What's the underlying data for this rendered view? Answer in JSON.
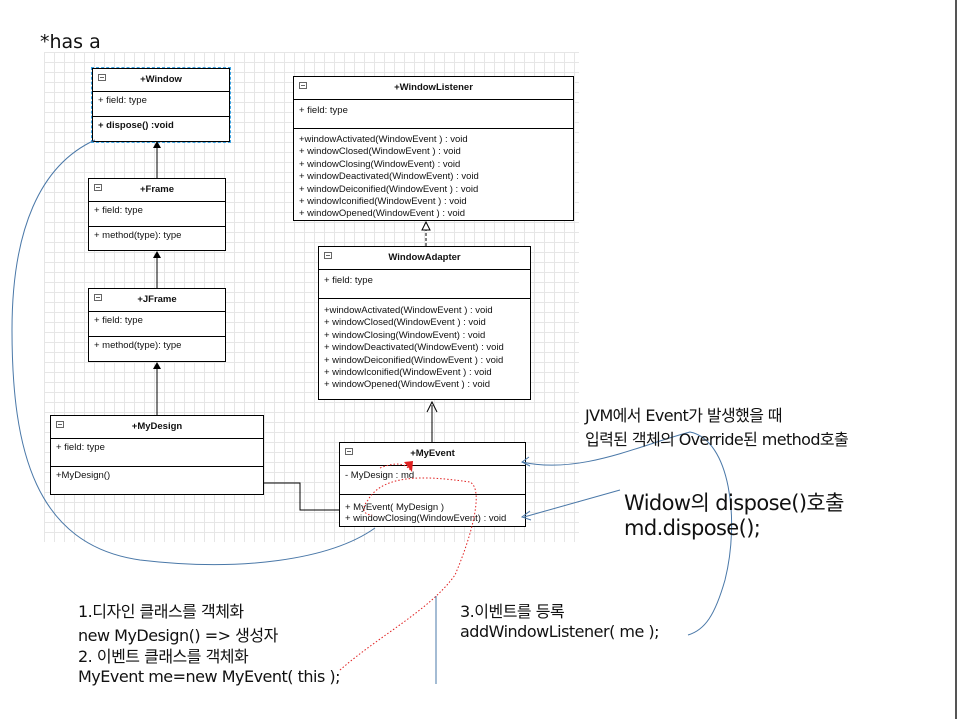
{
  "heading": "*has a",
  "classes": {
    "window": {
      "name": "+Window",
      "field": "+ field: type",
      "method": "+ dispose() :void"
    },
    "frame": {
      "name": "+Frame",
      "field": "+ field: type",
      "method": "+ method(type): type"
    },
    "jframe": {
      "name": "+JFrame",
      "field": "+ field: type",
      "method": "+ method(type): type"
    },
    "mydesign": {
      "name": "+MyDesign",
      "field": "+ field: type",
      "method": "+MyDesign()"
    },
    "windowlistener": {
      "name": "+WindowListener",
      "field": "+ field: type",
      "methods": [
        "+windowActivated(WindowEvent ) : void",
        "+ windowClosed(WindowEvent ) : void",
        "+ windowClosing(WindowEvent) : void",
        "+ windowDeactivated(WindowEvent) : void",
        "+ windowDeiconified(WindowEvent ) : void",
        "+ windowIconified(WindowEvent ) : void",
        "+ windowOpened(WindowEvent ) : void"
      ]
    },
    "windowadapter": {
      "name": "WindowAdapter",
      "field": "+ field: type",
      "methods": [
        "+windowActivated(WindowEvent ) : void",
        "+ windowClosed(WindowEvent ) : void",
        "+ windowClosing(WindowEvent) : void",
        "+ windowDeactivated(WindowEvent) : void",
        "+ windowDeiconified(WindowEvent ) : void",
        "+ windowIconified(WindowEvent ) : void",
        "+ windowOpened(WindowEvent ) : void"
      ]
    },
    "myevent": {
      "name": "+MyEvent",
      "field": "- MyDesign : md",
      "methods": [
        "+ MyEvent( MyDesign )",
        "+ windowClosing(WindowEvent) : void"
      ]
    }
  },
  "notes": {
    "jvm_line1": "JVM에서 Event가 발생했을 때",
    "jvm_line2": "입력된 객체의 Override된 method호출",
    "widow_line1": "Widow의 dispose()호출",
    "widow_line2": "md.dispose();",
    "step1_line1": "1.디자인 클래스를 객체화",
    "step1_line2": " new MyDesign() => 생성자",
    "step2_line1": "2. 이벤트 클래스를 객체화",
    "step2_line2": " MyEvent me=new MyEvent( this );",
    "step3_line1": "3.이벤트를 등록",
    "step3_line2": " addWindowListener( me );"
  },
  "colors": {
    "grid": "#e6e6e6",
    "annotation_blue": "#4a78a8",
    "annotation_red": "#e02020",
    "selection": "#3aa3e3"
  }
}
